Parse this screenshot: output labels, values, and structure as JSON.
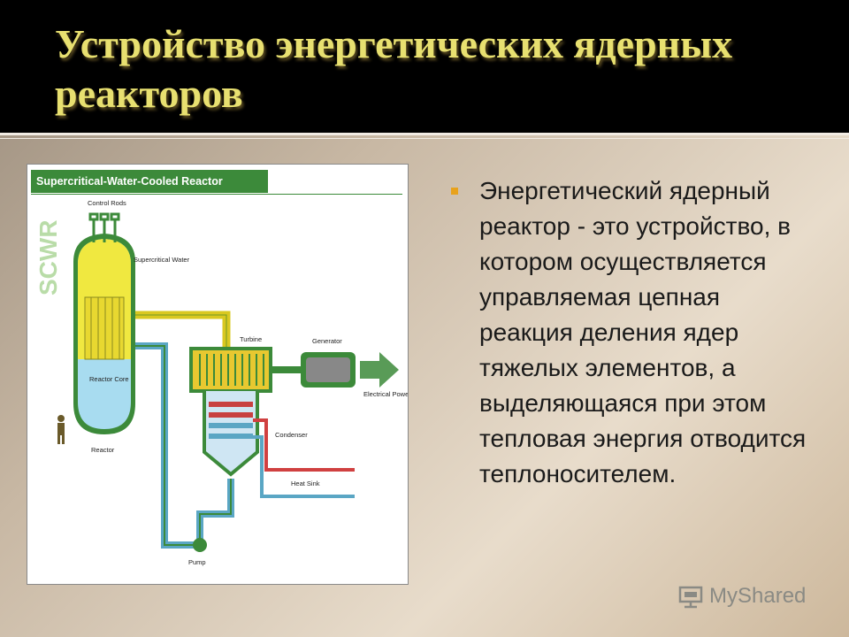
{
  "slide": {
    "title": "Устройство энергетических ядерных реакторов",
    "body": "Энергетический ядерный реактор - это устройство, в котором осуществляется управляемая цепная реакция деления ядер тяжелых элементов, а выделяющаяся при этом тепловая энергия отводится теплоносителем."
  },
  "figure": {
    "header": "Supercritical-Water-Cooled Reactor",
    "side_label": "SCWR",
    "labels": {
      "control_rods": "Control Rods",
      "supercritical_water": "Supercritical Water",
      "reactor_core": "Reactor Core",
      "reactor": "Reactor",
      "turbine": "Turbine",
      "generator": "Generator",
      "electrical_power": "Electrical Power",
      "condenser": "Condenser",
      "heat_sink": "Heat Sink",
      "pump": "Pump"
    }
  },
  "watermark": {
    "text": "MyShared"
  },
  "colors": {
    "title": "#e8e070",
    "bullet": "#e8a21c",
    "accent_green": "#3c8a3a"
  }
}
